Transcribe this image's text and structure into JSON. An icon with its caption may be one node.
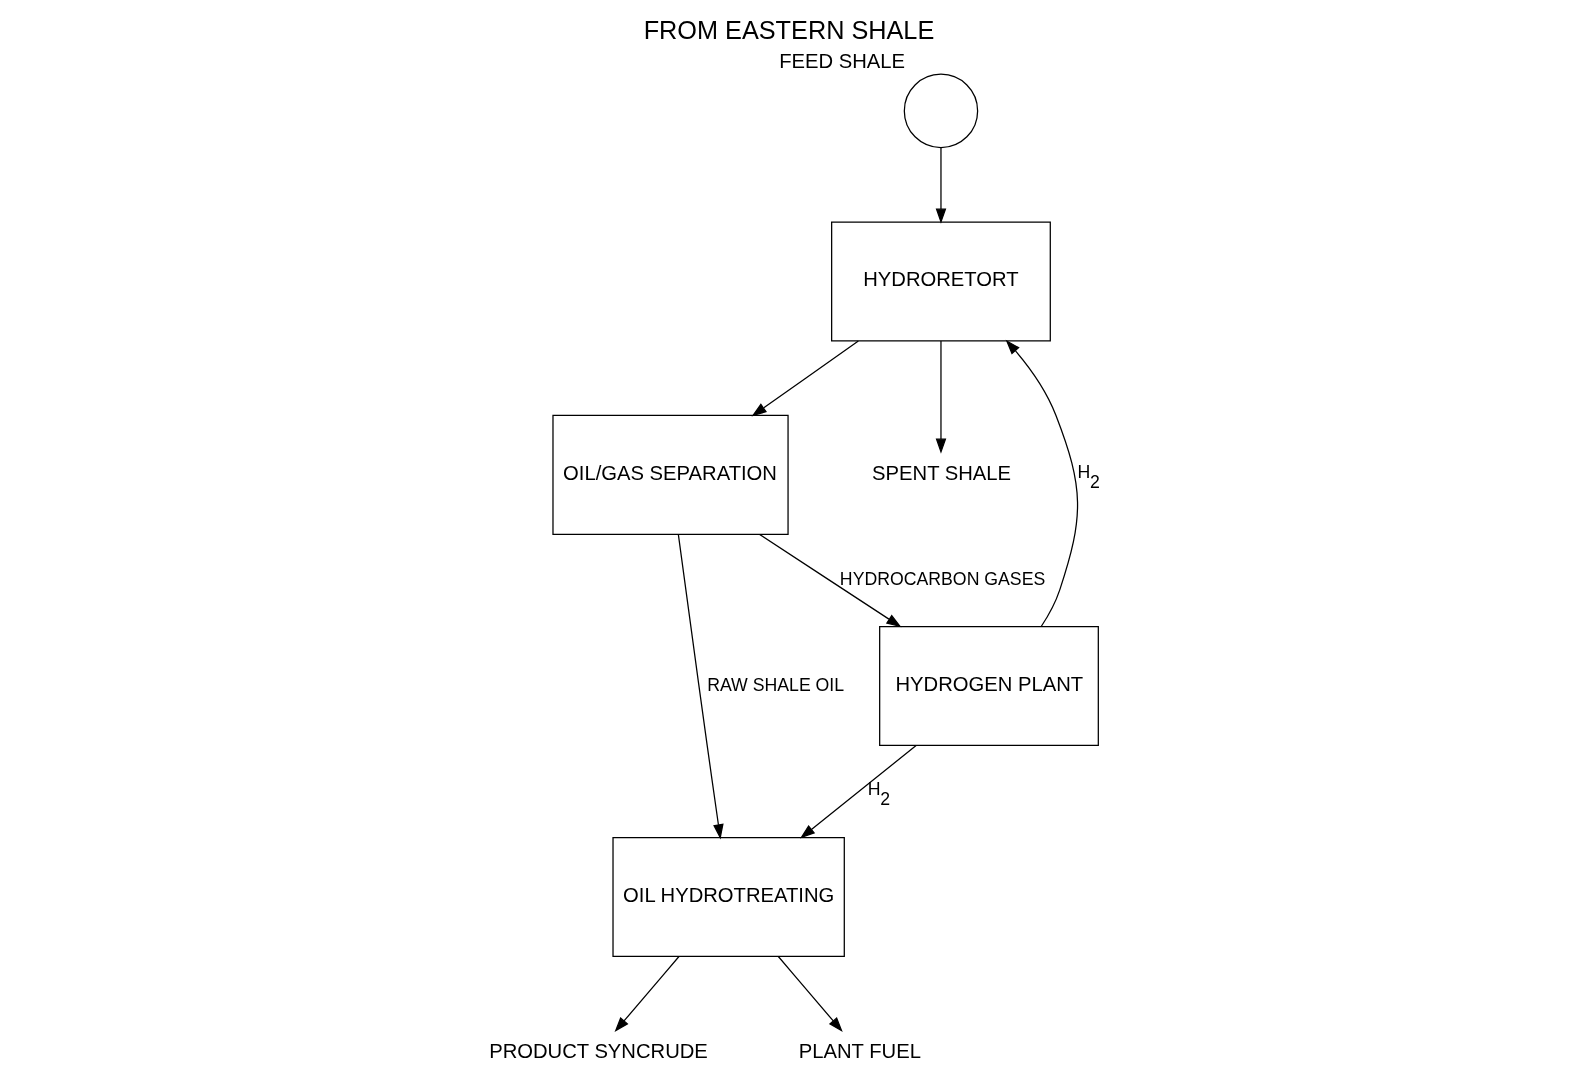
{
  "diagram": {
    "title": "FROM EASTERN SHALE",
    "nodes": [
      {
        "text": [
          "FEED SHALE"
        ]
      },
      {
        "text": [
          "HYDRORETORT"
        ]
      },
      {
        "text": [
          "HYDROGEN PLANT"
        ]
      },
      {
        "text": [
          "OIL/GAS SEPARATION"
        ]
      },
      {
        "text": [
          "OIL HYDROTREATING"
        ]
      },
      {
        "text": [
          "SPENT SHALE"
        ]
      },
      {
        "text": [
          "PRODUCT SYNCRUDE"
        ]
      },
      {
        "text": [
          "PLANT FUEL"
        ]
      }
    ],
    "edges": [
      {
        "from": 0,
        "to": 1,
        "arrow": "to"
      },
      {
        "from": 2,
        "to": 1,
        "arrow": "to",
        "label": "H$_{2}$"
      },
      {
        "from": 2,
        "to": 4,
        "arrow": "to",
        "label": "H$_{2}$"
      },
      {
        "from": 1,
        "to": 5,
        "arrow": "to"
      },
      {
        "from": 1,
        "to": 3,
        "arrow": "to"
      },
      {
        "from": 3,
        "to": 2,
        "arrow": "to",
        "label": "HYDROCARBON GASES"
      },
      {
        "from": 3,
        "to": 4,
        "arrow": "to",
        "label": "RAW SHALE OIL"
      },
      {
        "from": 4,
        "to": 6,
        "arrow": "to"
      },
      {
        "from": 4,
        "to": 7,
        "arrow": "to"
      }
    ]
  }
}
